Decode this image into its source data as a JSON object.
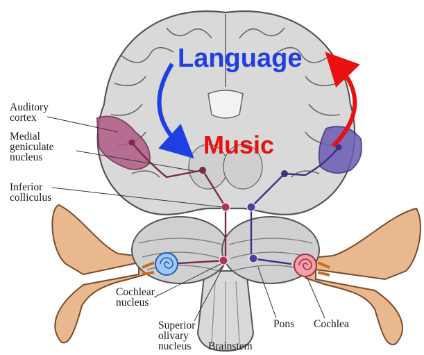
{
  "overlay": {
    "language_label": "Language",
    "music_label": "Music",
    "language_color": "#1f3fe0",
    "music_color": "#e81010"
  },
  "labels": {
    "auditory_cortex": "Auditory\ncortex",
    "medial_geniculate": "Medial\ngeniculate\nnucleus",
    "inferior_colliculus": "Inferior\ncolliculus",
    "cochlear_nucleus": "Cochlear\nnucleus",
    "superior_olivary": "Superior\nolivary\nnucleus",
    "brainstem": "Brainstem",
    "pons": "Pons",
    "cochlea": "Cochlea"
  },
  "colors": {
    "left_cortex": "#b25a86",
    "right_cortex": "#6a5cb5",
    "brain_gray": "#d9d9d9",
    "brain_outline": "#555555",
    "ear_skin": "#e9b88f"
  }
}
